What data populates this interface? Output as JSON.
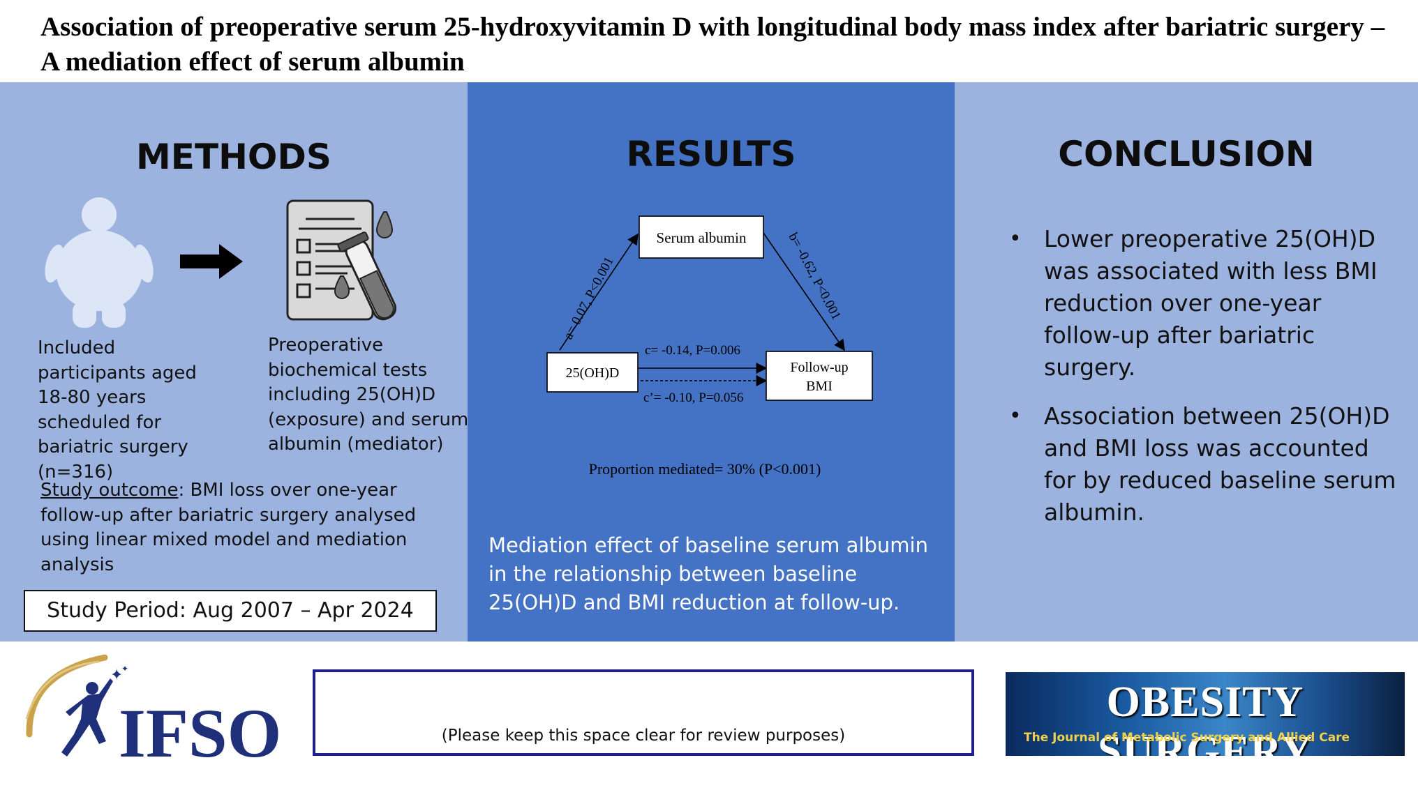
{
  "title": "Association of preoperative serum 25-hydroxyvitamin D with longitudinal body mass index after bariatric surgery – A mediation effect of serum albumin",
  "methods": {
    "heading": "METHODS",
    "participants": "Included participants aged 18-80 years scheduled for bariatric surgery (n=316)",
    "tests": "Preoperative biochemical tests including 25(OH)D (exposure) and serum albumin (mediator)",
    "outcome_label": "Study outcome",
    "outcome_text": ": BMI loss over one-year follow-up after bariatric surgery analysed using linear mixed model and mediation analysis",
    "study_period": "Study Period: Aug 2007 – Apr 2024"
  },
  "results": {
    "heading": "RESULTS",
    "diagram": {
      "mediator": "Serum albumin",
      "exposure": "25(OH)D",
      "outcome_line1": "Follow-up",
      "outcome_line2": "BMI",
      "path_a": "a= 0.07, P<0.001",
      "path_b": "b= -0.62, P<0.001",
      "path_c": "c= -0.14, P=0.006",
      "path_c_prime": "c’= -0.10, P=0.056",
      "proportion": "Proportion mediated= 30% (P<0.001)"
    },
    "caption": "Mediation effect of baseline serum albumin in the relationship between baseline 25(OH)D and BMI reduction at follow-up."
  },
  "conclusion": {
    "heading": "CONCLUSION",
    "bullets": [
      "Lower preoperative 25(OH)D was associated with less BMI reduction over one-year follow-up after bariatric surgery.",
      "Association between 25(OH)D and BMI loss was accounted for by reduced baseline serum albumin."
    ]
  },
  "footer": {
    "ifso_logo_text": "IFSO",
    "review_note": "(Please keep this space clear for review purposes)",
    "journal_name": "OBESITY SURGERY",
    "journal_tagline": "The Journal of Metabolic Surgery and Allied Care"
  },
  "colors": {
    "light_panel": "#9cb3e0",
    "results_panel": "#4472c4",
    "ifso_blue": "#1f2f7a",
    "ifso_gold": "#c9a24a",
    "review_border": "#1f1f8f"
  }
}
